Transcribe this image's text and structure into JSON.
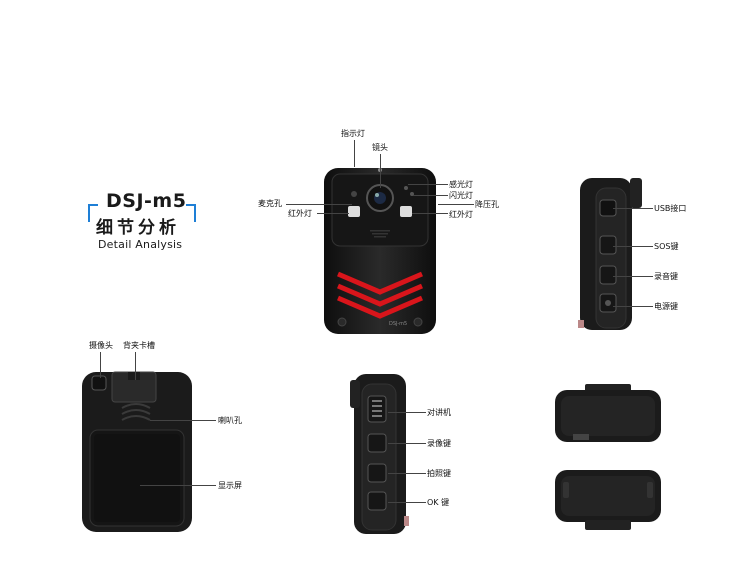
{
  "title": {
    "model": "DSJ-m5",
    "cn": "细节分析",
    "en": "Detail Analysis"
  },
  "colors": {
    "accent_blue": "#1e7fd6",
    "chevron_red": "#d9151b",
    "device_body": "#1b1b1b"
  },
  "front_labels": {
    "indicator": "指示灯",
    "lens": "镜头",
    "mic": "麦克孔",
    "ir_left": "红外灯",
    "light_sensor": "感光灯",
    "flash": "闪光灯",
    "pressure_hole": "降压孔",
    "ir_right": "红外灯",
    "brand": "DSJ-m5"
  },
  "side_right_labels": {
    "usb": "USB接口",
    "sos": "SOS键",
    "record": "录音键",
    "power": "电源键"
  },
  "back_labels": {
    "camera": "摄像头",
    "clip": "背夹卡槽",
    "speaker": "喇叭孔",
    "screen": "显示屏"
  },
  "side_left_labels": {
    "intercom": "对讲机",
    "video": "录像键",
    "photo": "拍照键",
    "ok": "OK 键"
  }
}
